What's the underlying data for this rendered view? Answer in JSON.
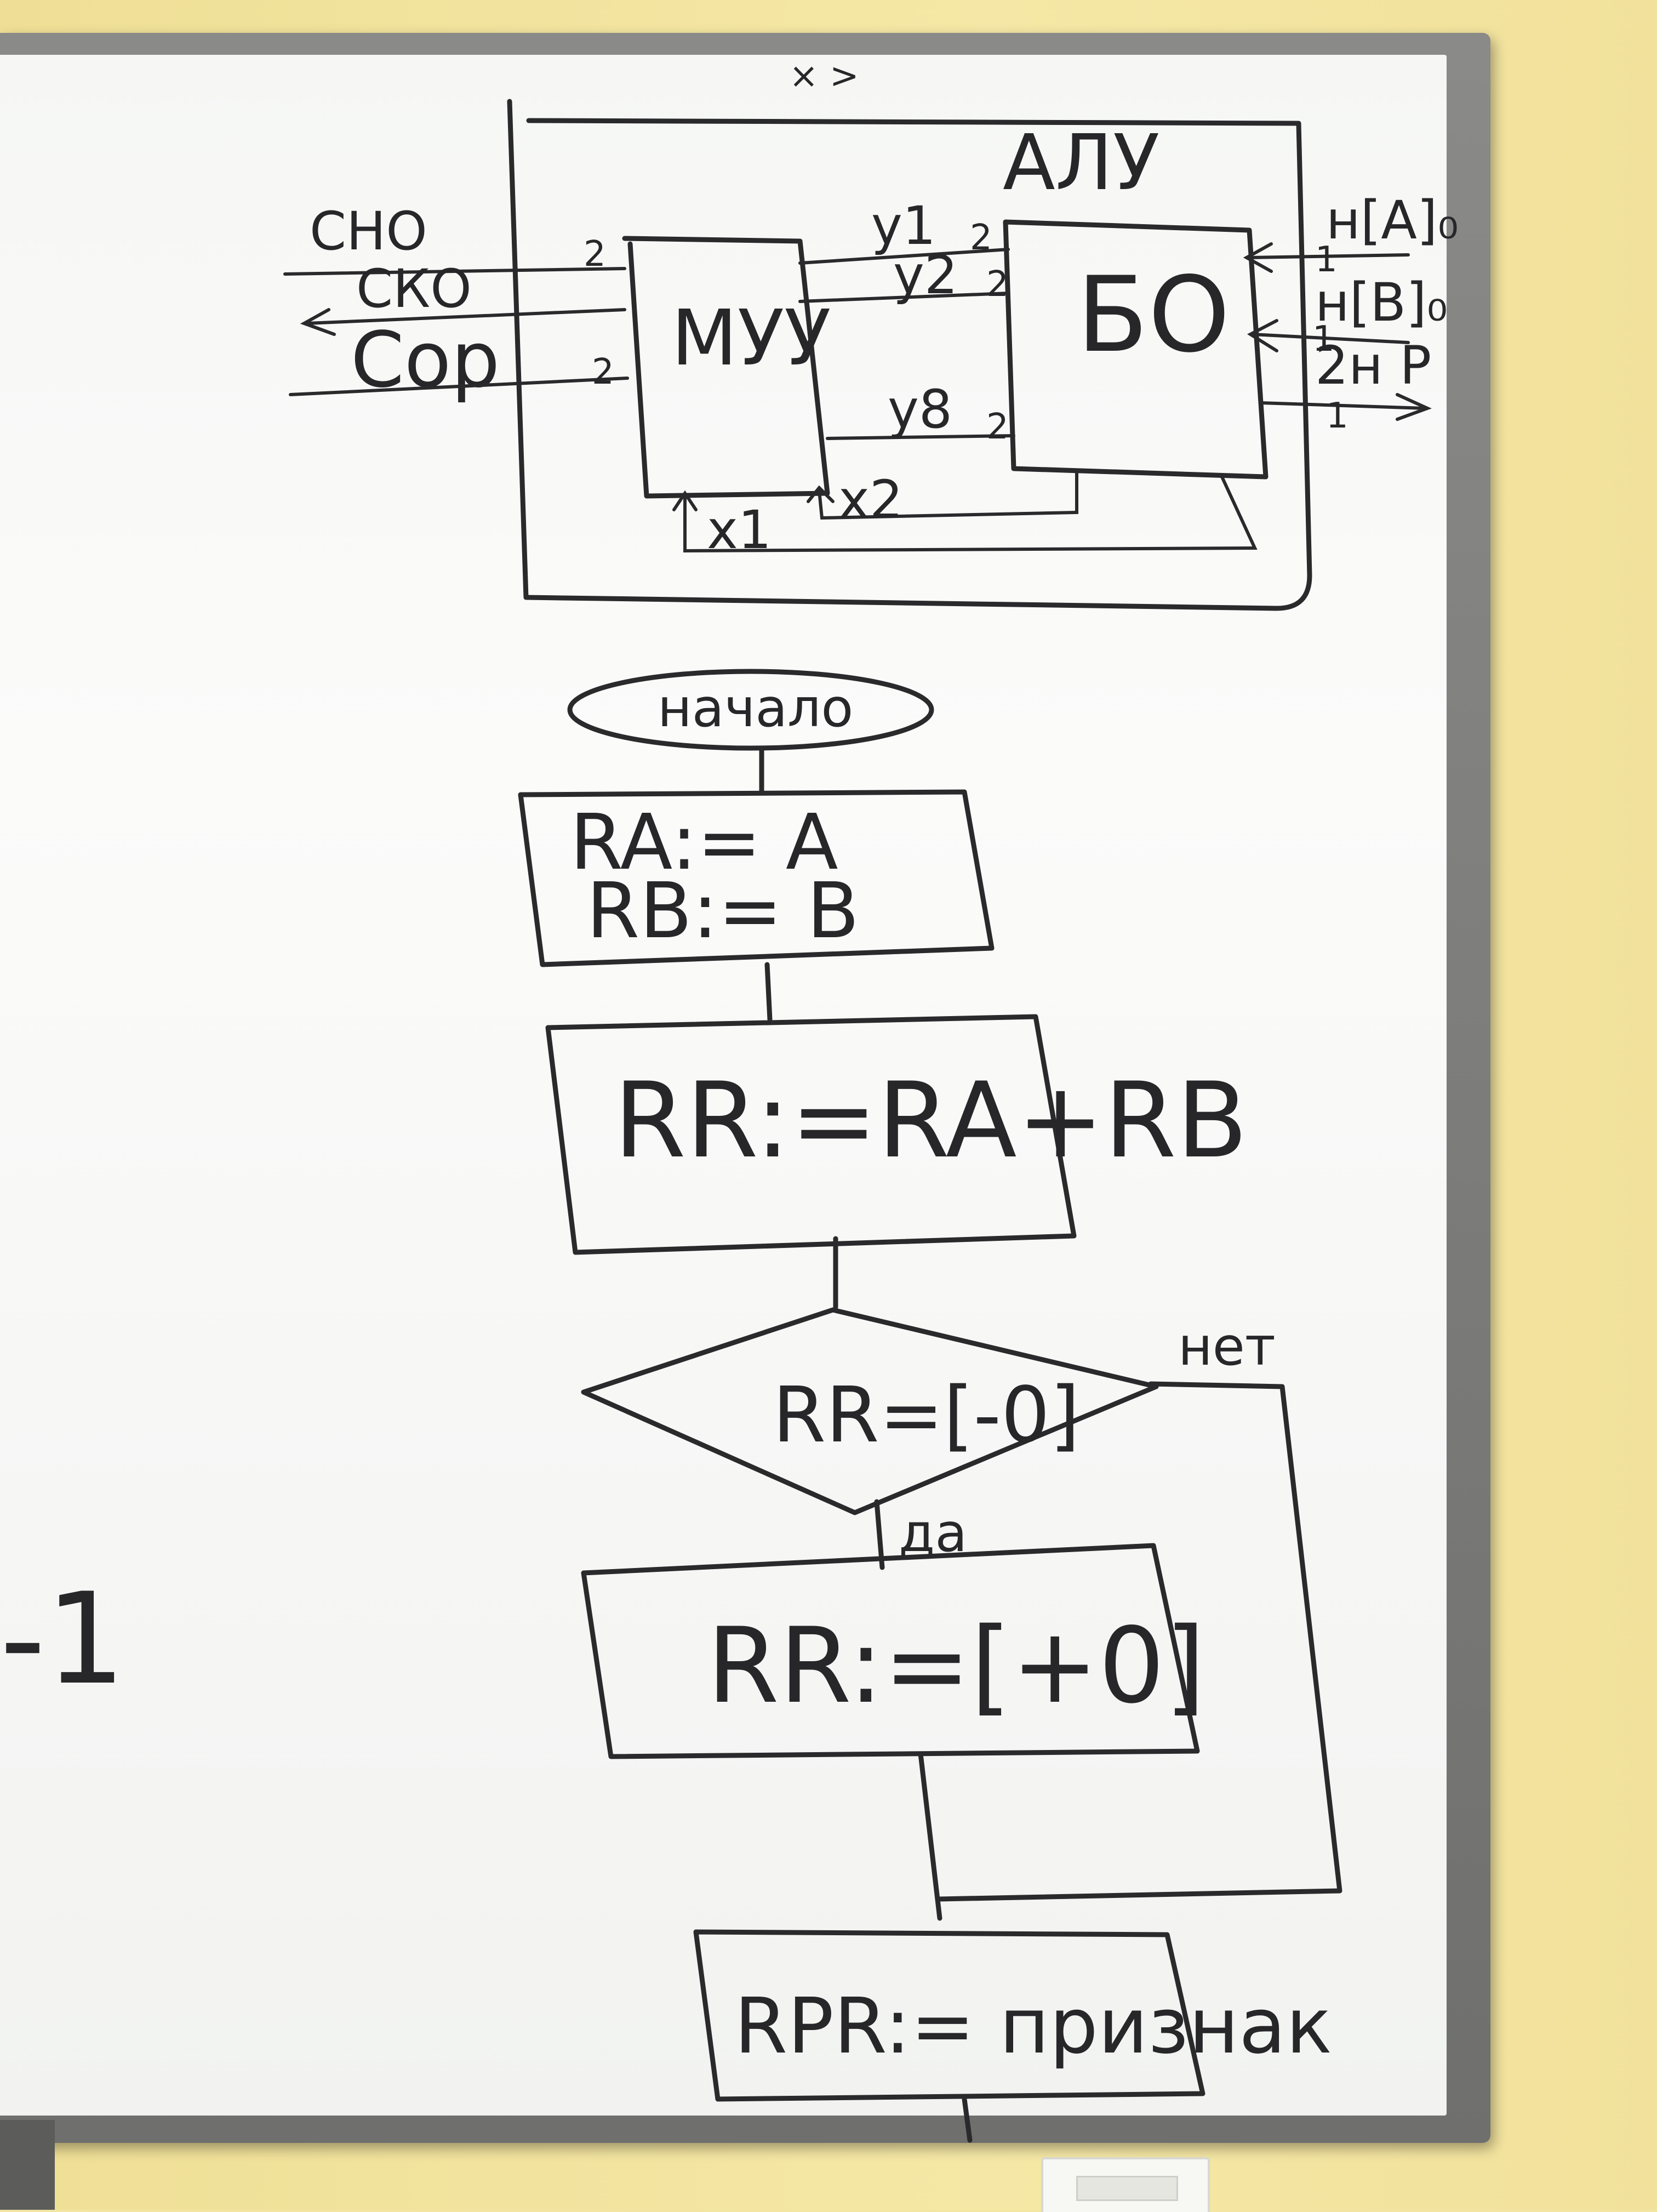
{
  "top_mark": "× >",
  "alu": {
    "title": "АЛУ",
    "control_unit_label": "МУУ",
    "operational_unit_label": "БО",
    "signals": {
      "left_in_top": "СНО",
      "left_out": "СКО",
      "left_in_bottom": "Сор",
      "y1": "y1",
      "y2": "y2",
      "y8": "y8",
      "x1": "x1",
      "x2": "x2"
    },
    "bus_widths": {
      "cno": "2",
      "cop": "2",
      "y1": "2",
      "y2": "2",
      "y8": "2",
      "a": "1",
      "b": "1",
      "p": "2",
      "out": "1"
    },
    "ports": {
      "a": "н[A]₀",
      "b": "н[B]₀",
      "p": "2н P"
    }
  },
  "flowchart": {
    "start": "начало",
    "step1_line1": "RA:= A",
    "step1_line2": "RB:= B",
    "step2": "RR:=RA+RB",
    "decision": "RR=[-0]",
    "branch_yes": "да",
    "branch_no": "нет",
    "step3": "RR:=[+0]",
    "step4": "RPR:= признак"
  },
  "edge_text": "-1"
}
